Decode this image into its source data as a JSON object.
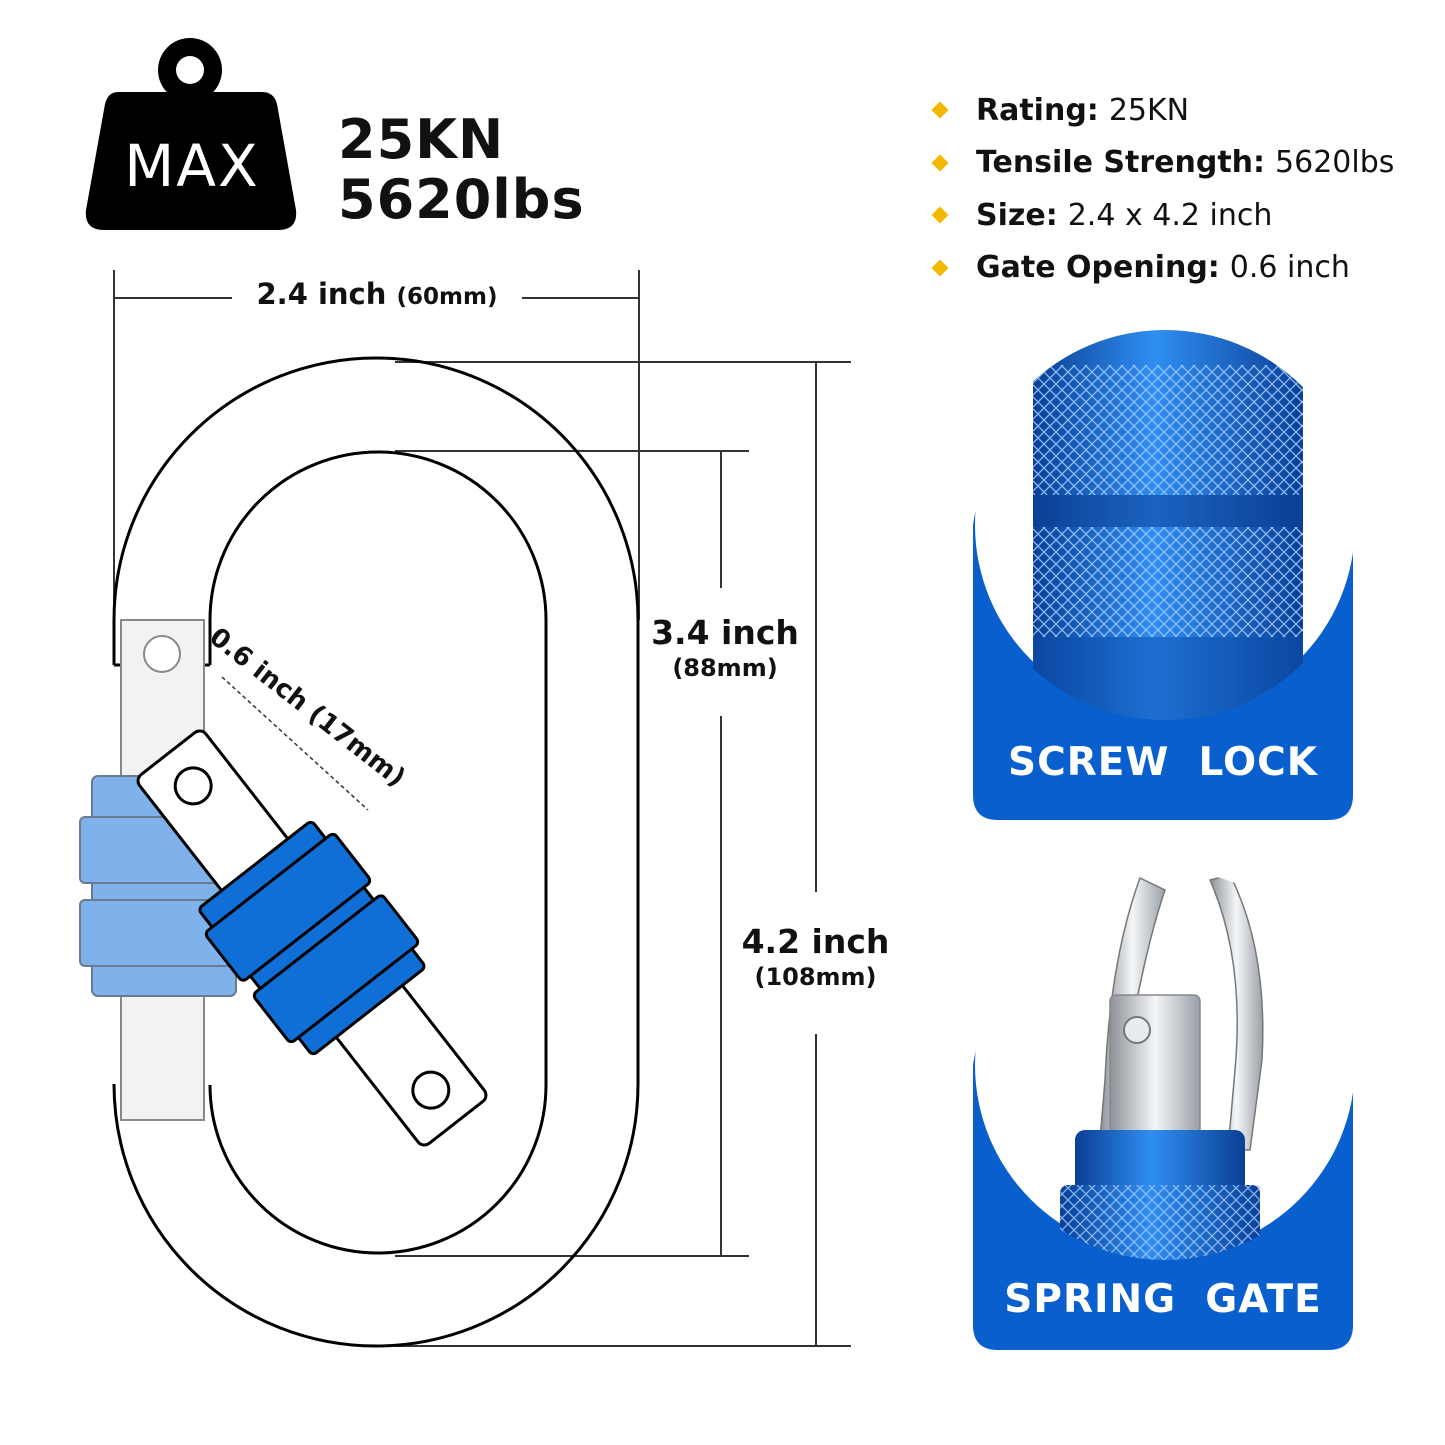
{
  "weight_badge": {
    "label": "MAX"
  },
  "max_load": {
    "kn": "25KN",
    "lbs": "5620lbs"
  },
  "specs": [
    {
      "label": "Rating:",
      "value": "25KN"
    },
    {
      "label": "Tensile Strength:",
      "value": "5620lbs"
    },
    {
      "label": "Size:",
      "value": "2.4 x 4.2 inch"
    },
    {
      "label": "Gate Opening:",
      "value": "0.6 inch"
    }
  ],
  "dimensions": {
    "width": {
      "inch": "2.4 inch",
      "mm": "(60mm)"
    },
    "inner_height": {
      "inch": "3.4 inch",
      "mm": "(88mm)"
    },
    "total_height": {
      "inch": "4.2 inch",
      "mm": "(108mm)"
    },
    "gate_opening": {
      "text": "0.6 inch (17mm)"
    }
  },
  "feature_cards": [
    {
      "label": "SCREW  LOCK"
    },
    {
      "label": "SPRING  GATE"
    }
  ],
  "colors": {
    "accent_blue": "#0a5fcf",
    "gate_blue": "#0f6fd6",
    "light_blue": "#7fb1ea",
    "bullet_yellow": "#f5b800"
  }
}
